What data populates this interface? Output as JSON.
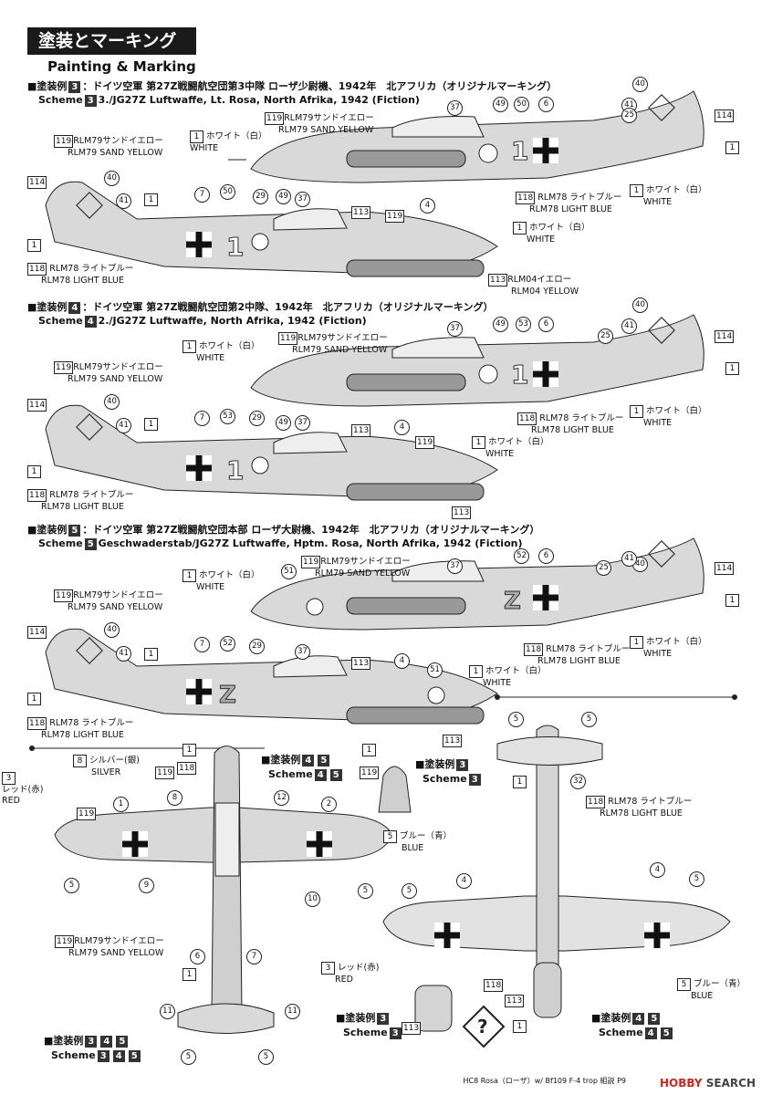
{
  "title_jp": "塗装とマーキング",
  "title_en": "Painting & Marking",
  "schemes": [
    {
      "jp_prefix": "■塗装例",
      "num": "3",
      "jp_text": "：ドイツ空軍 第27Z戦闘航空団第3中隊 ローザ少尉機、1942年　北アフリカ（オリジナルマーキング）",
      "en_prefix": "Scheme",
      "en_text": "3./JG27Z  Luftwaffe, Lt. Rosa, North Afrika, 1942  (Fiction)"
    },
    {
      "jp_prefix": "■塗装例",
      "num": "4",
      "jp_text": "：ドイツ空軍 第27Z戦闘航空団第2中隊、1942年　北アフリカ（オリジナルマーキング）",
      "en_prefix": "Scheme",
      "en_text": "2./JG27Z  Luftwaffe, North Afrika, 1942  (Fiction)"
    },
    {
      "jp_prefix": "■塗装例",
      "num": "5",
      "jp_text": "：ドイツ空軍 第27Z戦闘航空団本部 ローザ大尉機、1942年　北アフリカ（オリジナルマーキング）",
      "en_prefix": "Scheme",
      "en_text": "Geschwaderstab/JG27Z  Luftwaffe, Hptm. Rosa, North Afrika, 1942  (Fiction)"
    }
  ],
  "colors": {
    "c1_jp": "ホワイト（白）",
    "c1_en": "WHITE",
    "c119_jp": "RLM79サンドイエロー",
    "c119_en": "RLM79 SAND YELLOW",
    "c118_jp": "RLM78 ライトブルー",
    "c118_en": "RLM78 LIGHT BLUE",
    "c113_jp": "RLM04イエロー",
    "c113_en": "RLM04 YELLOW",
    "c8_jp": "シルバー(銀)",
    "c8_en": "SILVER",
    "c3_jp": "レッド(赤)",
    "c3_en": "RED",
    "c5_jp": "ブルー（青）",
    "c5_en": "BLUE"
  },
  "nums": {
    "n1": "1",
    "n3": "3",
    "n5": "5",
    "n8": "8",
    "n113": "113",
    "n114": "114",
    "n118": "118",
    "n119": "119"
  },
  "decals": {
    "d2": "2",
    "d4": "4",
    "d6": "6",
    "d7": "7",
    "d9": "9",
    "d10": "10",
    "d11": "11",
    "d12": "12",
    "d25": "25",
    "d29": "29",
    "d32": "32",
    "d37": "37",
    "d40": "40",
    "d41": "41",
    "d49": "49",
    "d50": "50",
    "d51": "51",
    "d52": "52",
    "d53": "53"
  },
  "plan_tags": {
    "top": {
      "jp": "■塗装例",
      "n1": "4",
      "n2": "5",
      "en": "Scheme"
    },
    "cowl": {
      "jp": "■塗装例",
      "n1": "3",
      "en": "Scheme"
    },
    "bottom_left": {
      "jp": "■塗装例",
      "n1": "3",
      "n2": "4",
      "n3": "5",
      "en": "Scheme"
    },
    "bottom_mid": {
      "jp": "■塗装例",
      "n1": "3",
      "en": "Scheme"
    },
    "bottom_right": {
      "jp": "■塗装例",
      "n1": "4",
      "n2": "5",
      "en": "Scheme"
    }
  },
  "fuselage_codes": {
    "s3": "1",
    "s4": "1",
    "s5": "Z"
  },
  "footer": "HC8 Rosa（ローザ）w/ Bf109 F-4 trop 組説 P9",
  "watermark_brand": "HOBBY",
  "watermark_rest": " SEARCH"
}
